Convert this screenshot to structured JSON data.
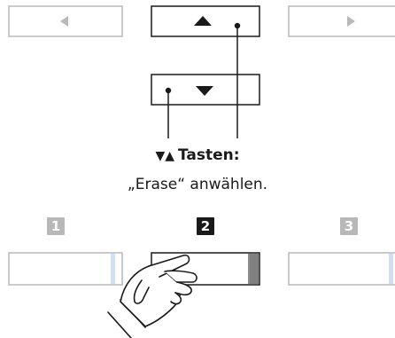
{
  "instruction": {
    "arrows": "▼▲",
    "buttons_label": "Tasten:",
    "action": "„Erase“ anwählen."
  },
  "function_buttons": {
    "button_1_number": "1",
    "button_2_number": "2",
    "button_3_number": "3"
  },
  "icons": {
    "left_button": "triangle-left-icon",
    "up_button": "triangle-up-icon",
    "down_button": "triangle-down-icon",
    "right_button": "triangle-right-icon",
    "finger": "pointing-hand-icon"
  },
  "colors": {
    "active": "#1a1a1a",
    "inactive": "#b8b8b8",
    "led_inactive": "#cfe0f3",
    "led_active": "#808080"
  }
}
